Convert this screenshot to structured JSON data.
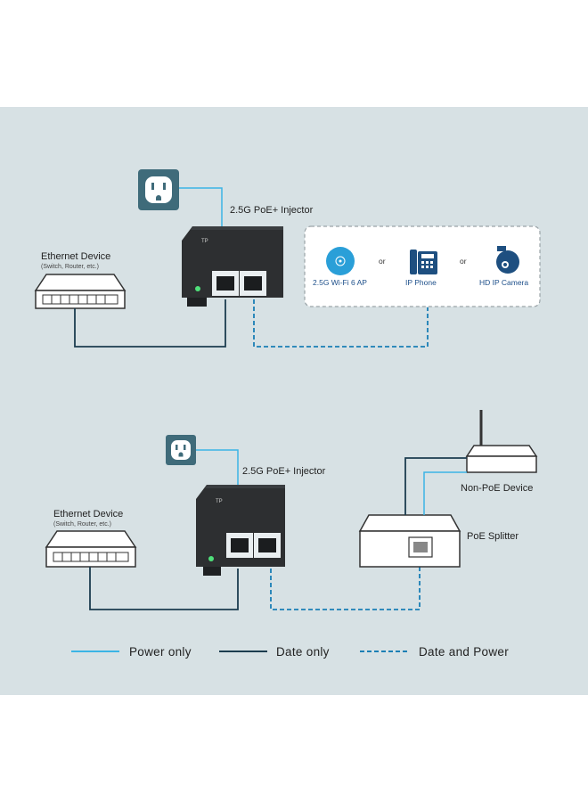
{
  "top": {
    "injector_label": "2.5G PoE+ Injector",
    "ethernet_title": "Ethernet Device",
    "ethernet_sub": "(Switch, Router, etc.)",
    "devices": [
      {
        "label": "2.5G Wi-Fi 6 AP",
        "icon": "access-point-icon"
      },
      {
        "label": "IP Phone",
        "icon": "ip-phone-icon"
      },
      {
        "label": "HD IP Camera",
        "icon": "ip-camera-icon"
      }
    ],
    "or_word": "or"
  },
  "bottom": {
    "injector_label": "2.5G PoE+ Injector",
    "ethernet_title": "Ethernet Device",
    "ethernet_sub": "(Switch, Router, etc.)",
    "non_poe_label": "Non-PoE Device",
    "splitter_label": "PoE Splitter"
  },
  "legend": [
    {
      "label": "Power only",
      "style": "solid",
      "color": "#3bb4e5"
    },
    {
      "label": "Date only",
      "style": "solid",
      "color": "#1c3d4f"
    },
    {
      "label": "Date and Power",
      "style": "dashed",
      "color": "#1a7fb5"
    }
  ],
  "colors": {
    "background": "#d7e1e4",
    "outlet_tile": "#3f6b7a",
    "power_line": "#3bb4e5",
    "data_line": "#1c3d4f",
    "poe_line": "#1a7fb5",
    "injector_body": "#2d2f31"
  }
}
